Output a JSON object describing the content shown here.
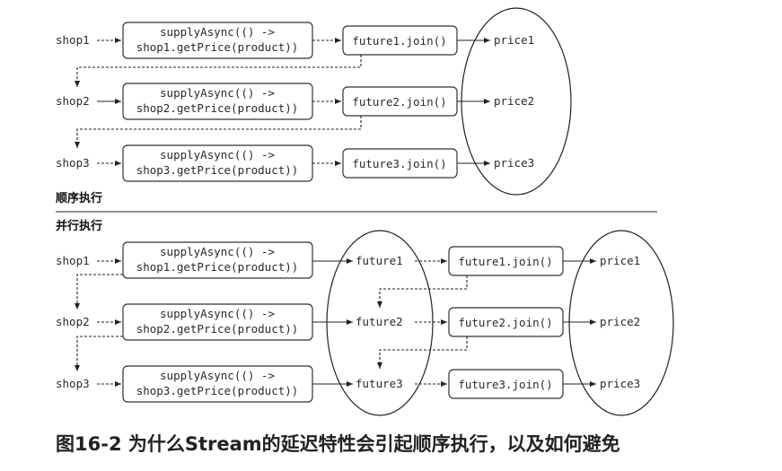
{
  "sequential": {
    "section_label": "顺序执行",
    "rows": [
      {
        "shop": "shop1",
        "task_line1": "supplyAsync(() ->",
        "task_line2": "shop1.getPrice(product))",
        "join": "future1.join()",
        "price": "price1"
      },
      {
        "shop": "shop2",
        "task_line1": "supplyAsync(() ->",
        "task_line2": "shop2.getPrice(product))",
        "join": "future2.join()",
        "price": "price2"
      },
      {
        "shop": "shop3",
        "task_line1": "supplyAsync(() ->",
        "task_line2": "shop3.getPrice(product))",
        "join": "future3.join()",
        "price": "price3"
      }
    ]
  },
  "parallel": {
    "section_label": "并行执行",
    "rows": [
      {
        "shop": "shop1",
        "task_line1": "supplyAsync(() ->",
        "task_line2": "shop1.getPrice(product))",
        "future": "future1",
        "join": "future1.join()",
        "price": "price1"
      },
      {
        "shop": "shop2",
        "task_line1": "supplyAsync(() ->",
        "task_line2": "shop2.getPrice(product))",
        "future": "future2",
        "join": "future2.join()",
        "price": "price2"
      },
      {
        "shop": "shop3",
        "task_line1": "supplyAsync(() ->",
        "task_line2": "shop3.getPrice(product))",
        "future": "future3",
        "join": "future3.join()",
        "price": "price3"
      }
    ]
  },
  "caption": "图16-2 为什么Stream的延迟特性会引起顺序执行，以及如何避免"
}
